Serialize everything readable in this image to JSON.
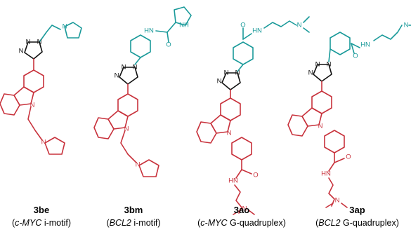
{
  "colors": {
    "carbazole_core": "#c8323c",
    "side_chain": "#1a9a9a",
    "triazole": "#111111"
  },
  "atom_labels": {
    "N": "N",
    "NH": "NH",
    "HN": "HN",
    "O": "O",
    "NMe2": "N"
  },
  "compounds": [
    {
      "id": "3be",
      "desc_open": "(",
      "desc_italic": "c-MYC",
      "desc_rest": " i-motif)"
    },
    {
      "id": "3bm",
      "desc_open": "(",
      "desc_italic": "BCL2",
      "desc_rest": " i-motif)"
    },
    {
      "id": "3ao",
      "desc_open": "(",
      "desc_italic": "c-MYC",
      "desc_rest": " G-quadruplex)"
    },
    {
      "id": "3ap",
      "desc_open": "(",
      "desc_italic": "BCL2",
      "desc_rest": " G-quadruplex)"
    }
  ]
}
